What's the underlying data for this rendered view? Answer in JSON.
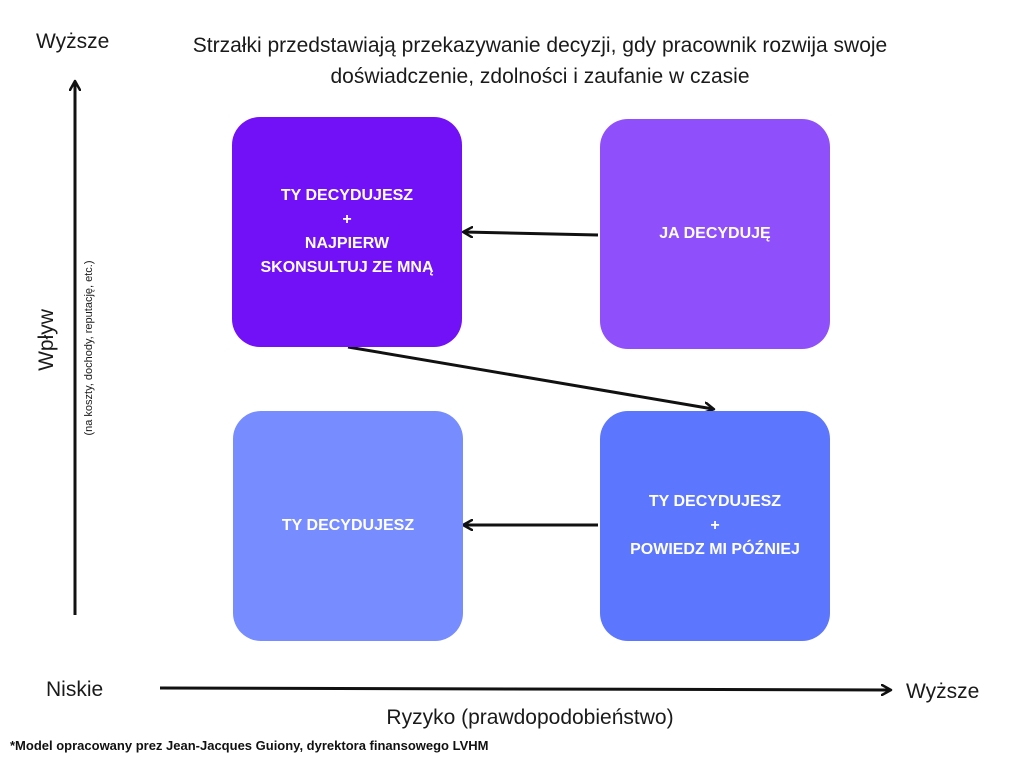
{
  "title": {
    "line1": "Strzałki przedstawiają przekazywanie decyzji, gdy pracownik rozwija swoje",
    "line2": "doświadczenie, zdolności i zaufanie w czasie"
  },
  "y_axis": {
    "high_label": "Wyższe",
    "title": "Wpływ",
    "subtitle": "(na koszty, dochody, reputację, etc.)"
  },
  "x_axis": {
    "low_label": "Niskie",
    "high_label": "Wyższe",
    "title": "Ryzyko (prawdopodobieństwo)"
  },
  "quadrants": {
    "top_left": {
      "lines": [
        "TY DECYDUJESZ",
        "+",
        "NAJPIERW",
        "SKONSULTUJ ZE MNĄ"
      ],
      "color": "#7210f8"
    },
    "top_right": {
      "lines": [
        "JA DECYDUJĘ"
      ],
      "color": "#8f50fb"
    },
    "bottom_left": {
      "lines": [
        "TY DECYDUJESZ"
      ],
      "color": "#768cff"
    },
    "bottom_right": {
      "lines": [
        "TY DECYDUJESZ",
        "+",
        "POWIEDZ MI PÓŹNIEJ"
      ],
      "color": "#5c76fe"
    }
  },
  "footnote": "*Model opracowany prez Jean-Jacques Guiony, dyrektora finansowego LVHM"
}
